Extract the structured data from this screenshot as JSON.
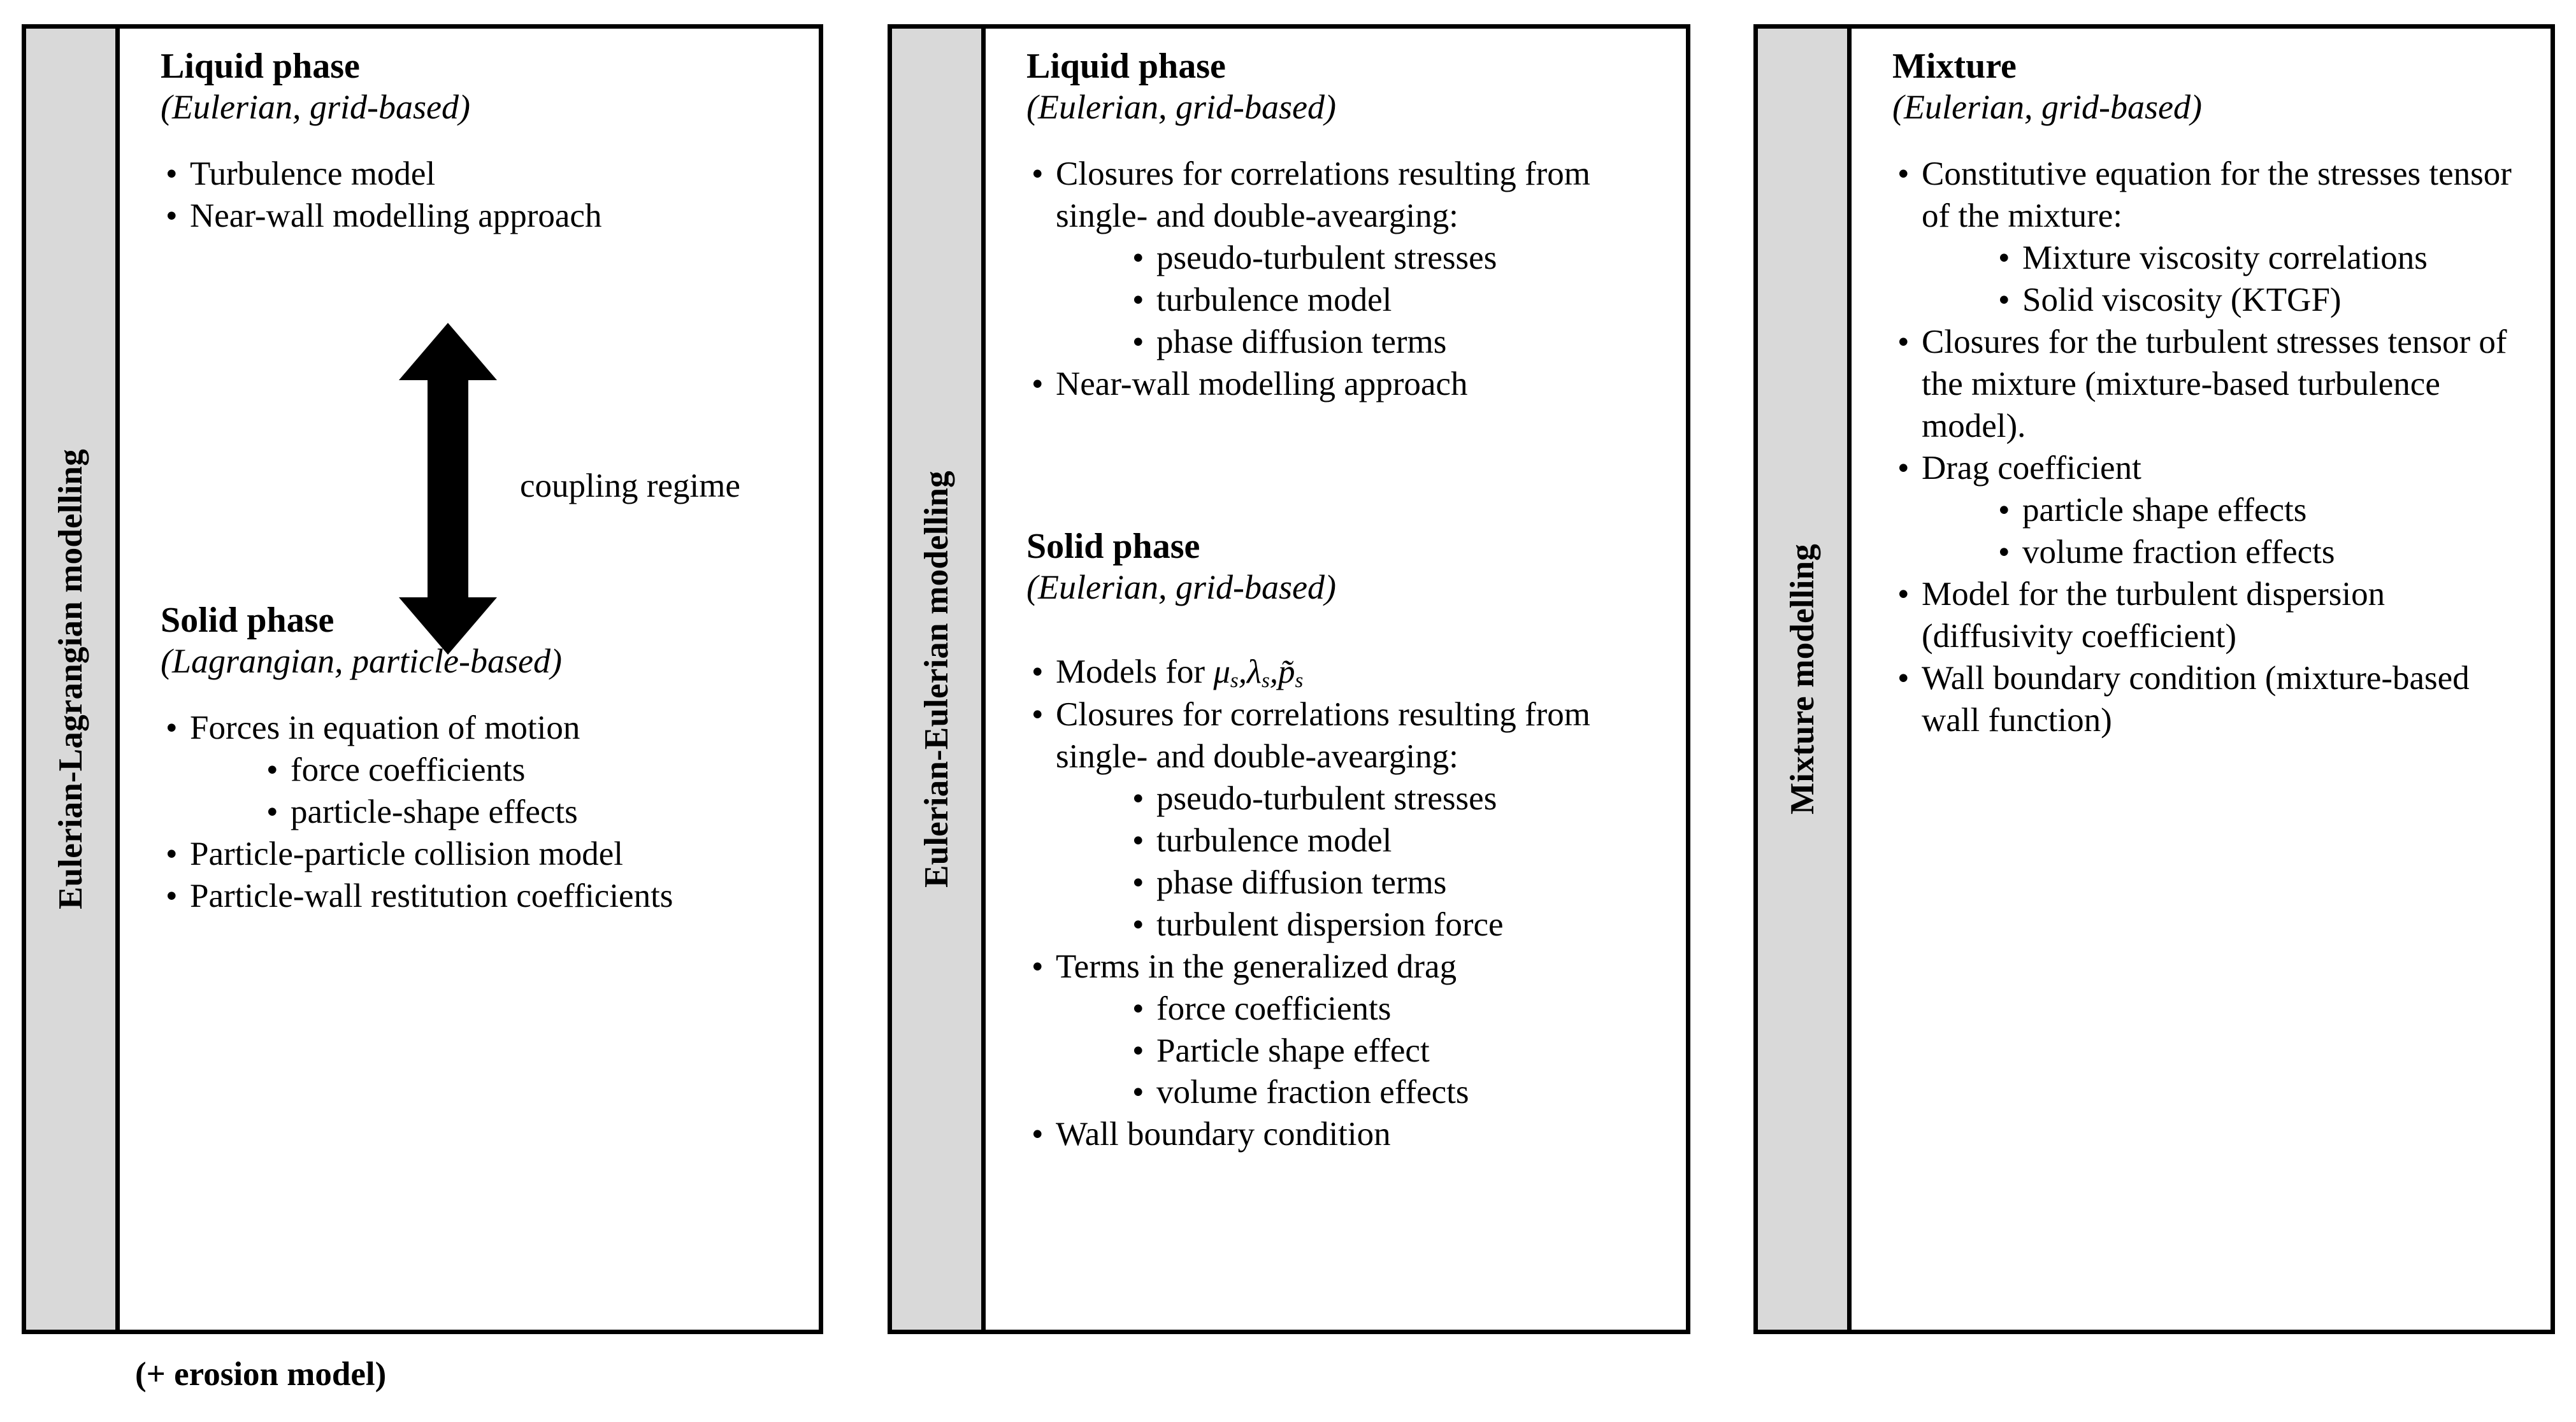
{
  "figure": {
    "footnote": "(+ erosion model)"
  },
  "columns": [
    {
      "sidebar_label": "Eulerian-Lagrangian modelling",
      "sections": [
        {
          "heading": "Liquid phase",
          "subheading": "(Eulerian, grid-based)",
          "items": [
            {
              "text": "Turbulence model"
            },
            {
              "text": "Near-wall modelling approach"
            }
          ]
        },
        {
          "heading": "Solid phase",
          "subheading": "(Lagrangian, particle-based)",
          "items": [
            {
              "text": "Forces in equation of motion",
              "children": [
                {
                  "text": "force coefficients"
                },
                {
                  "text": "particle-shape effects"
                }
              ]
            },
            {
              "text": "Particle-particle collision model"
            },
            {
              "text": "Particle-wall restitution coefficients"
            }
          ]
        }
      ],
      "arrow": {
        "label": "coupling regime",
        "kind": "double-headed-vertical-arrow"
      }
    },
    {
      "sidebar_label": "Eulerian-Eulerian modelling",
      "sections": [
        {
          "heading": "Liquid phase",
          "subheading": "(Eulerian, grid-based)",
          "items": [
            {
              "text": "Closures for correlations resulting from single- and double-avearging:",
              "children": [
                {
                  "text": "pseudo-turbulent stresses"
                },
                {
                  "text": "turbulence model"
                },
                {
                  "text": "phase diffusion terms"
                }
              ]
            },
            {
              "text": "Near-wall modelling approach"
            }
          ]
        },
        {
          "heading": "Solid phase",
          "subheading": "(Eulerian, grid-based)",
          "items": [
            {
              "text": "Models for μs,λs,p̃s",
              "is_math": true
            },
            {
              "text": "Closures for correlations resulting from single- and double-avearging:",
              "children": [
                {
                  "text": "pseudo-turbulent stresses"
                },
                {
                  "text": "turbulence model"
                },
                {
                  "text": "phase diffusion terms"
                },
                {
                  "text": "turbulent dispersion force"
                }
              ]
            },
            {
              "text": "Terms in the generalized drag",
              "children": [
                {
                  "text": "force coefficients"
                },
                {
                  "text": "Particle shape effect"
                },
                {
                  "text": "volume fraction effects"
                }
              ]
            },
            {
              "text": "Wall boundary condition"
            }
          ]
        }
      ]
    },
    {
      "sidebar_label": "Mixture modelling",
      "sections": [
        {
          "heading": "Mixture",
          "subheading": "(Eulerian, grid-based)",
          "items": [
            {
              "text": "Constitutive equation for the stresses tensor of the mixture:",
              "children": [
                {
                  "text": "Mixture viscosity correlations"
                },
                {
                  "text": "Solid viscosity (KTGF)"
                }
              ]
            },
            {
              "text": "Closures for the turbulent stresses tensor of the mixture (mixture-based turbulence model)."
            },
            {
              "text": "Drag coefficient",
              "children": [
                {
                  "text": "particle shape effects"
                },
                {
                  "text": "volume fraction effects"
                }
              ]
            },
            {
              "text": "Model for the turbulent dispersion (diffusivity coefficient)"
            },
            {
              "text": "Wall boundary condition (mixture-based wall function)"
            }
          ]
        }
      ]
    }
  ],
  "symbols": {
    "bullet": "•"
  },
  "colors": {
    "sidebar_fill": "#d9d9d9",
    "border": "#000000",
    "text": "#000000",
    "panel_fill": "#ffffff"
  }
}
